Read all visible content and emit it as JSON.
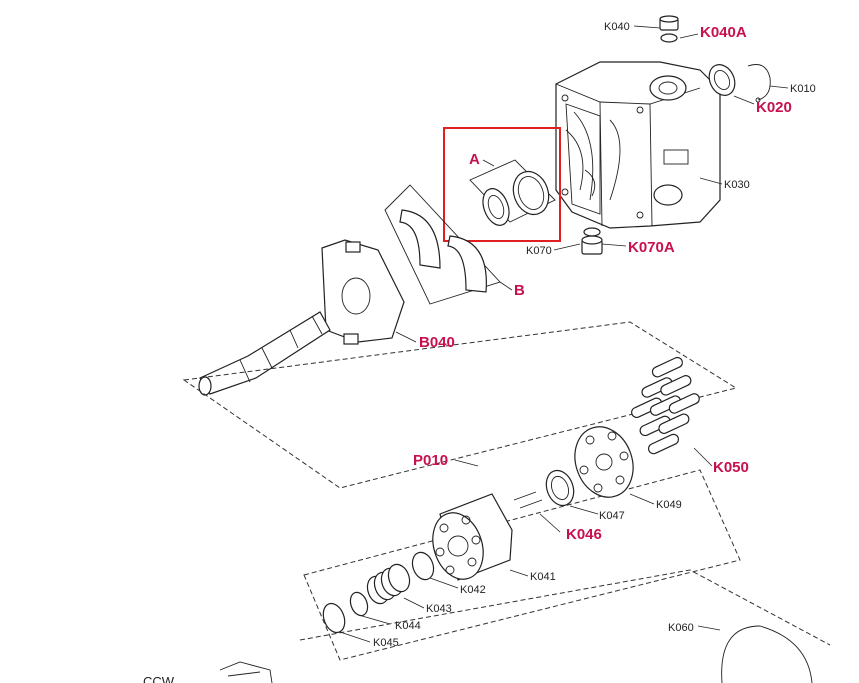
{
  "colors": {
    "accent": "#c8104e",
    "highlight_box": "#e02020",
    "ink": "#222222"
  },
  "labels": {
    "K040": "K040",
    "K040A": "K040A",
    "K010": "K010",
    "K020": "K020",
    "K030": "K030",
    "A": "A",
    "B": "B",
    "K070": "K070",
    "K070A": "K070A",
    "B040": "B040",
    "P010": "P010",
    "K050": "K050",
    "K049": "K049",
    "K047": "K047",
    "K046": "K046",
    "K041": "K041",
    "K042": "K042",
    "K043": "K043",
    "K044": "K044",
    "K045": "K045",
    "K060": "K060",
    "CCW": "CCW"
  }
}
